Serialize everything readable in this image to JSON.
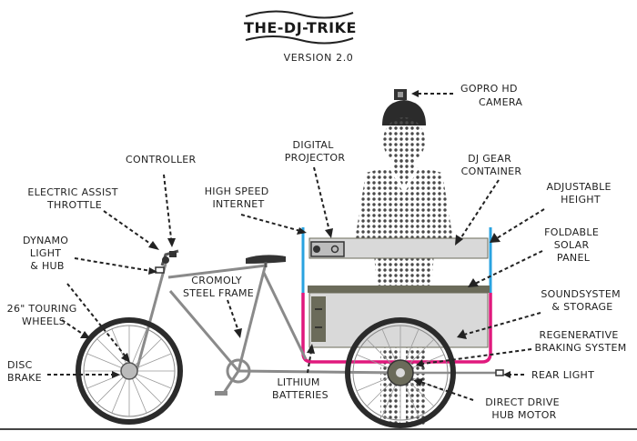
{
  "header": {
    "title": "THE-DJ-TRIKE",
    "subtitle": "VERSION 2.0"
  },
  "labels": {
    "gopro": [
      "GOPRO HD",
      "CAMERA"
    ],
    "controller": [
      "CONTROLLER"
    ],
    "digital_projector": [
      "DIGITAL",
      "PROJECTOR"
    ],
    "dj_gear": [
      "DJ GEAR",
      "CONTAINER"
    ],
    "electric_throttle": [
      "ELECTRIC ASSIST",
      "THROTTLE"
    ],
    "high_speed_internet": [
      "HIGH SPEED",
      "INTERNET"
    ],
    "adjustable_height": [
      "ADJUSTABLE",
      "HEIGHT"
    ],
    "dynamo": [
      "DYNAMO",
      "LIGHT",
      "& HUB"
    ],
    "foldable_solar": [
      "FOLDABLE",
      "SOLAR",
      "PANEL"
    ],
    "cromoly_frame": [
      "CROMOLY",
      "STEEL FRAME"
    ],
    "touring_wheels": [
      "26\" TOURING",
      "WHEELS"
    ],
    "soundsystem": [
      "SOUNDSYSTEM",
      "& STORAGE"
    ],
    "regenerative": [
      "REGENERATIVE",
      "BRAKING SYSTEM"
    ],
    "disc_brake": [
      "DISC",
      "BRAKE"
    ],
    "rear_light": [
      "REAR LIGHT"
    ],
    "lithium": [
      "LITHIUM",
      "BATTERIES"
    ],
    "direct_drive": [
      "DIRECT DRIVE",
      "HUB MOTOR"
    ]
  },
  "colors": {
    "pink_frame": "#e0197d",
    "blue_posts": "#29a3e0",
    "box_gray": "#d9d9d9",
    "box_edge": "#6b6b5a",
    "ink": "#222222"
  }
}
